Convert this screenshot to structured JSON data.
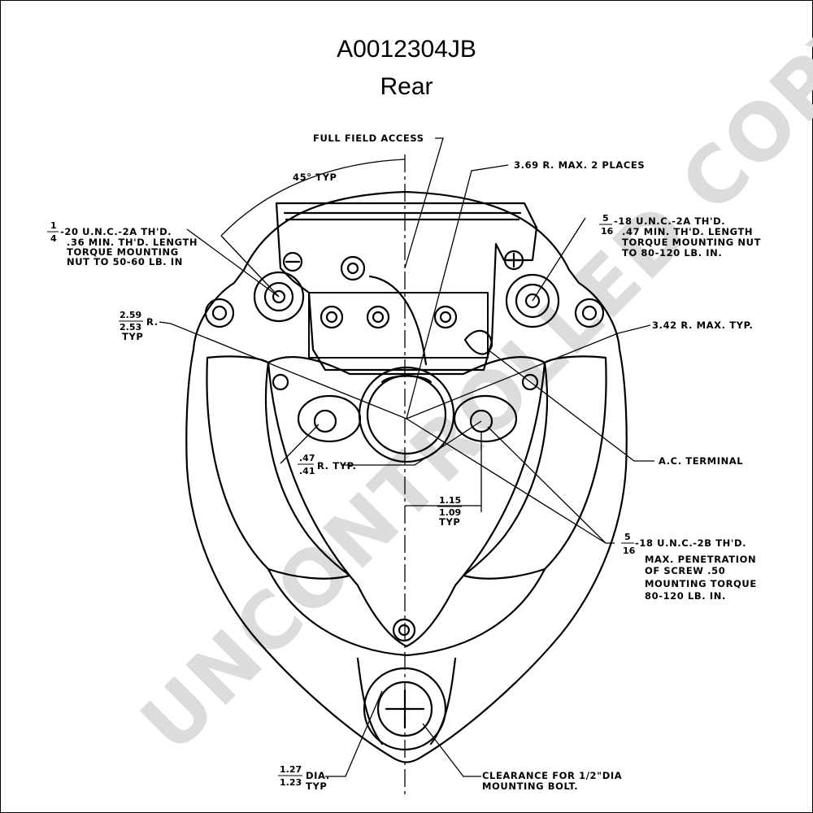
{
  "header": {
    "title": "A0012304JB",
    "subtitle": "Rear"
  },
  "watermark": "UNCONTROLLED COPY",
  "labels": {
    "full_field_access": "FULL FIELD ACCESS",
    "radius_369": "3.69 R. MAX. 2 PLACES",
    "angle_45": "45° TYP",
    "left_thread_frac_n": "1",
    "left_thread_frac_d": "4",
    "left_thread_l1": "-20 U.N.C.-2A TH'D.",
    "left_thread_l2": ".36 MIN. TH'D. LENGTH",
    "left_thread_l3": "TORQUE MOUNTING",
    "left_thread_l4": "NUT TO 50-60 LB. IN",
    "right_thread_frac_n": "5",
    "right_thread_frac_d": "16",
    "right_thread_l1": "-18 U.N.C.-2A TH'D.",
    "right_thread_l2": ".47 MIN. TH'D. LENGTH",
    "right_thread_l3": "TORQUE MOUNTING NUT",
    "right_thread_l4": "TO 80-120 LB. IN.",
    "r_259": "2.59",
    "r_253": "2.53",
    "r_suffix": "R.",
    "r_typ": "TYP",
    "radius_342": "3.42 R. MAX. TYP.",
    "ac_terminal": "A.C. TERMINAL",
    "r_47": ".47",
    "r_41": ".41",
    "r_typ2": "R. TYP.",
    "d_115": "1.15",
    "d_109": "1.09",
    "d_typ": "TYP",
    "screw_frac_n": "5",
    "screw_frac_d": "16",
    "screw_l1": "-18 U.N.C.-2B TH'D.",
    "screw_l2": "MAX. PENETRATION",
    "screw_l3": "OF SCREW .50",
    "screw_l4": "MOUNTING TORQUE",
    "screw_l5": "80-120 LB. IN.",
    "dia_127": "1.27",
    "dia_123": "1.23",
    "dia_suffix": "DIA.",
    "dia_typ": "TYP",
    "clearance_l1": "CLEARANCE FOR 1/2\"DIA",
    "clearance_l2": "MOUNTING BOLT."
  }
}
